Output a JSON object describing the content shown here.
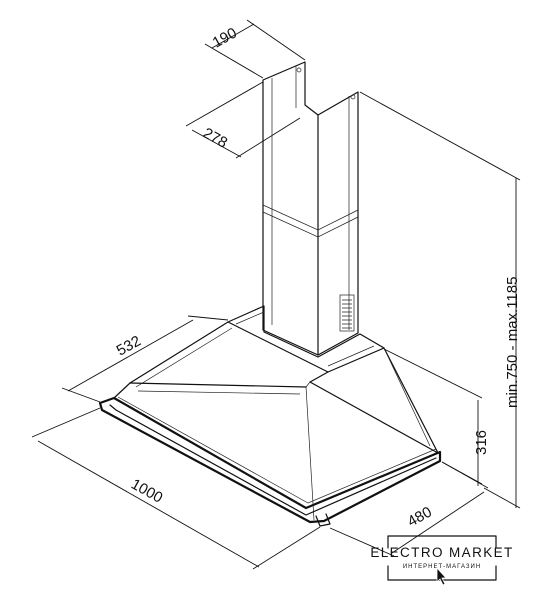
{
  "diagram": {
    "dimensions": {
      "chimney_width": "190",
      "chimney_depth": "278",
      "canopy_depth": "532",
      "total_width": "1000",
      "hood_depth": "480",
      "hood_height": "316",
      "total_height": "min.750 - max.1185"
    },
    "watermark": {
      "title": "ELECTRO MARKET",
      "subtitle": "ИНТЕРНЕТ-МАГАЗИН"
    }
  }
}
